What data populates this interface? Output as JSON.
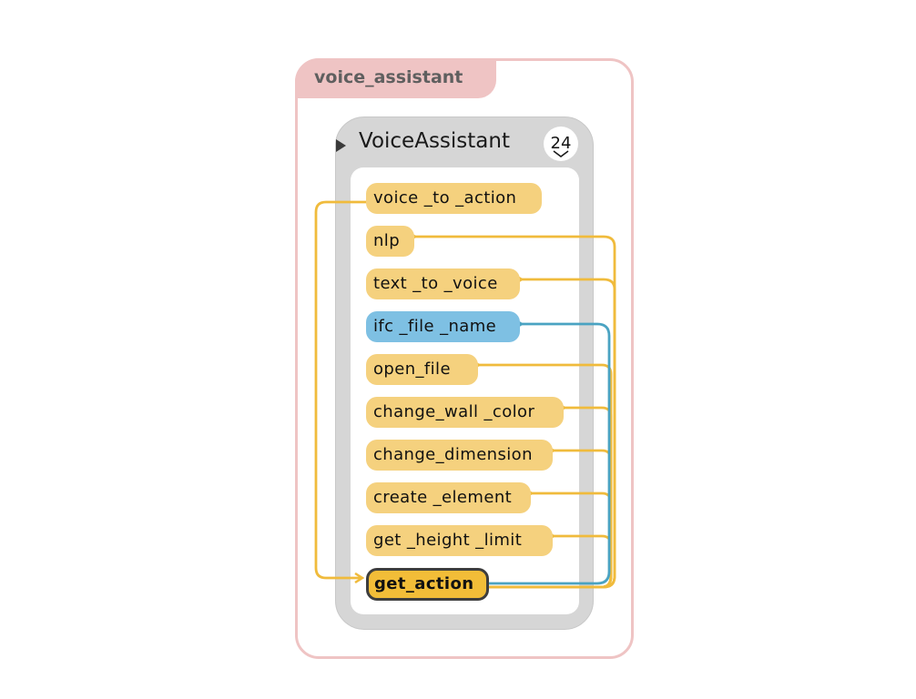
{
  "module": {
    "name": "voice_assistant"
  },
  "class_node": {
    "name": "VoiceAssistant",
    "count": "24"
  },
  "methods": [
    {
      "label": "voice _to _action"
    },
    {
      "label": "nlp"
    },
    {
      "label": "text _to _voice"
    },
    {
      "label": "ifc  _file  _name"
    },
    {
      "label": "open_file"
    },
    {
      "label": "change_wall _color"
    },
    {
      "label": "change_dimension"
    },
    {
      "label": "create  _element"
    },
    {
      "label": "get _height  _limit"
    },
    {
      "label": "get_action"
    }
  ],
  "colors": {
    "module_border": "#efc4c4",
    "class_fill": "#d6d6d6",
    "method_fill": "#f5d17e",
    "attribute_fill": "#7ec0e3",
    "selected_fill": "#f2bd38",
    "edge_yellow": "#f0bb3c",
    "edge_blue": "#4aa3c2"
  }
}
